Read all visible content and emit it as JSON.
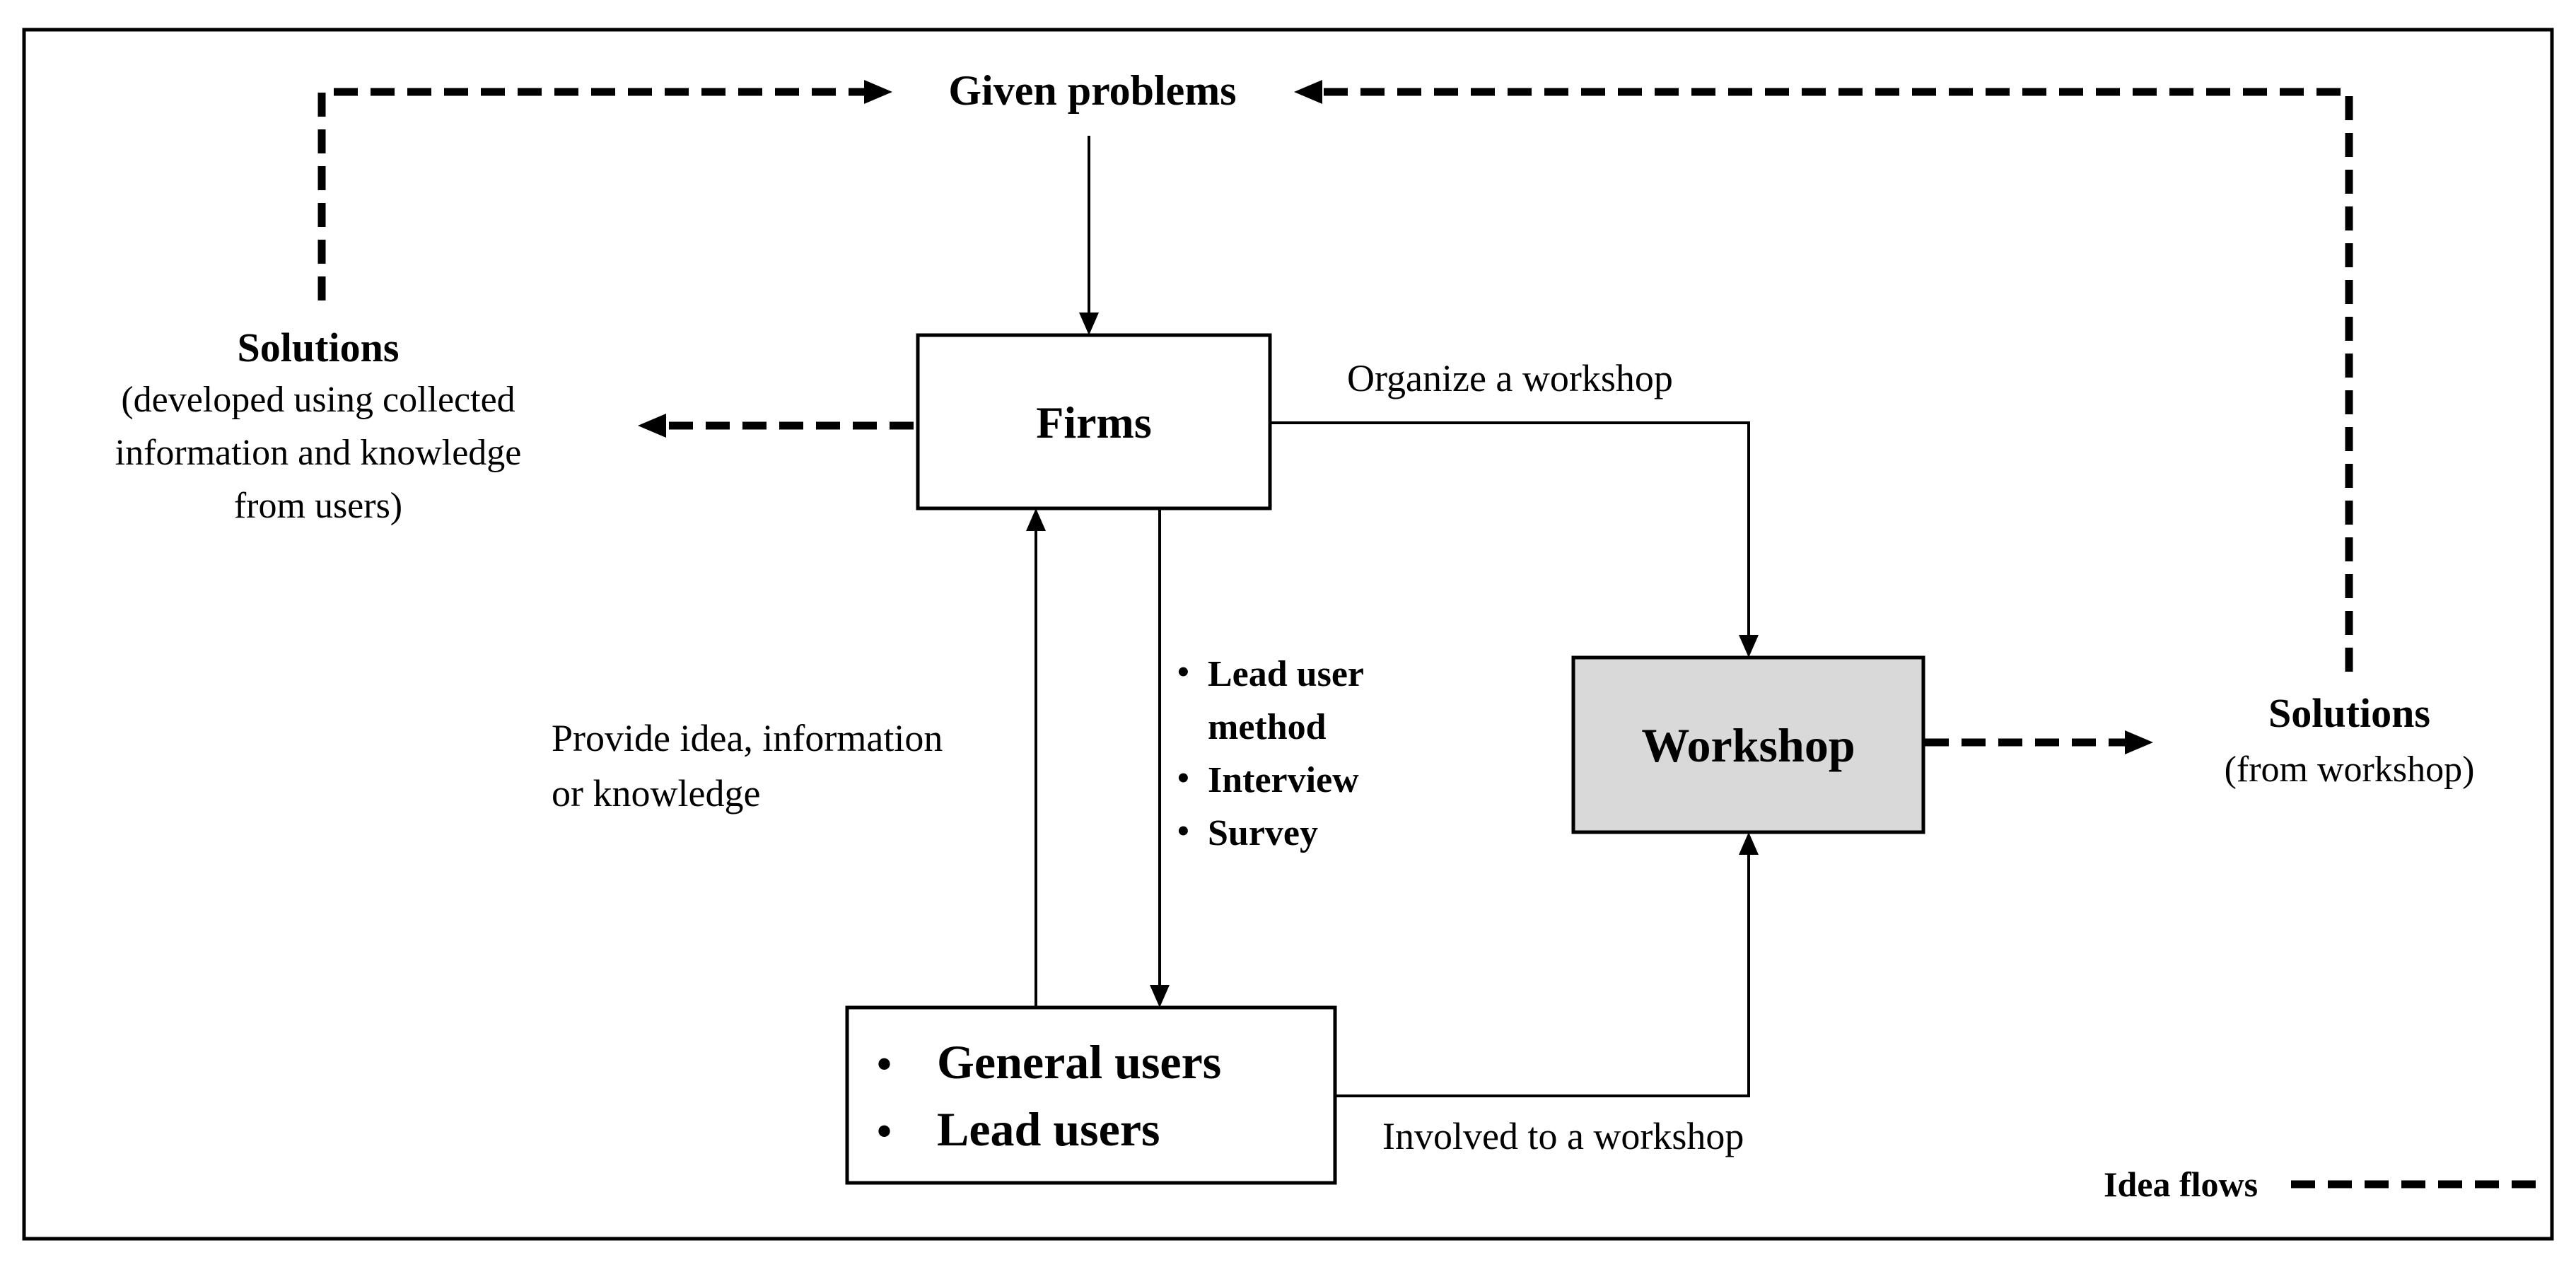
{
  "nodes": {
    "given_problems": "Given problems",
    "firms": "Firms",
    "workshop": "Workshop",
    "solutions_left": {
      "title": "Solutions",
      "lines": [
        "(developed using collected",
        "information and knowledge",
        "from users)"
      ]
    },
    "solutions_right": {
      "title": "Solutions",
      "subtitle": "(from workshop)"
    },
    "users": [
      "General users",
      "Lead users"
    ]
  },
  "edge_labels": {
    "organize": "Organize a workshop",
    "provide": [
      "Provide idea, information",
      "or knowledge"
    ],
    "methods": [
      "Lead user",
      "method",
      "Interview",
      "Survey"
    ],
    "involved": "Involved to a workshop"
  },
  "legend": {
    "label": "Idea flows"
  },
  "colors": {
    "workshop_fill": "#d9d9d9",
    "stroke": "#000000",
    "background": "#ffffff"
  }
}
